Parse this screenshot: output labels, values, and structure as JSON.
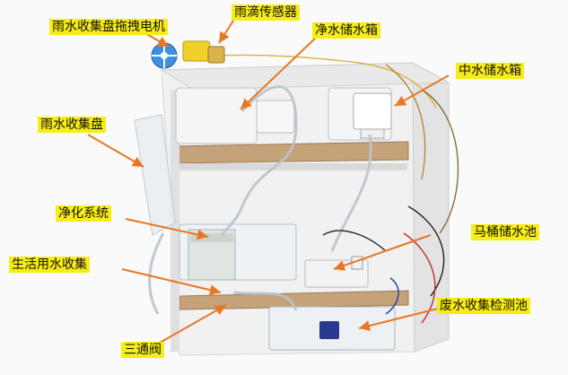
{
  "labels": {
    "motor": "雨水收集盘拖拽电机",
    "rain_sensor": "雨滴传感器",
    "clean_tank": "净水储水箱",
    "mid_tank": "中水储水箱",
    "rain_tray": "雨水收集盘",
    "purify": "净化系统",
    "toilet_tank": "马桶储水池",
    "domestic": "生活用水收集",
    "waste_tank": "废水收集检测池",
    "valve": "三通阀"
  },
  "colors": {
    "label_bg": "#f7ec13",
    "arrow": "#e87722",
    "fan": "#3d8fe0"
  }
}
